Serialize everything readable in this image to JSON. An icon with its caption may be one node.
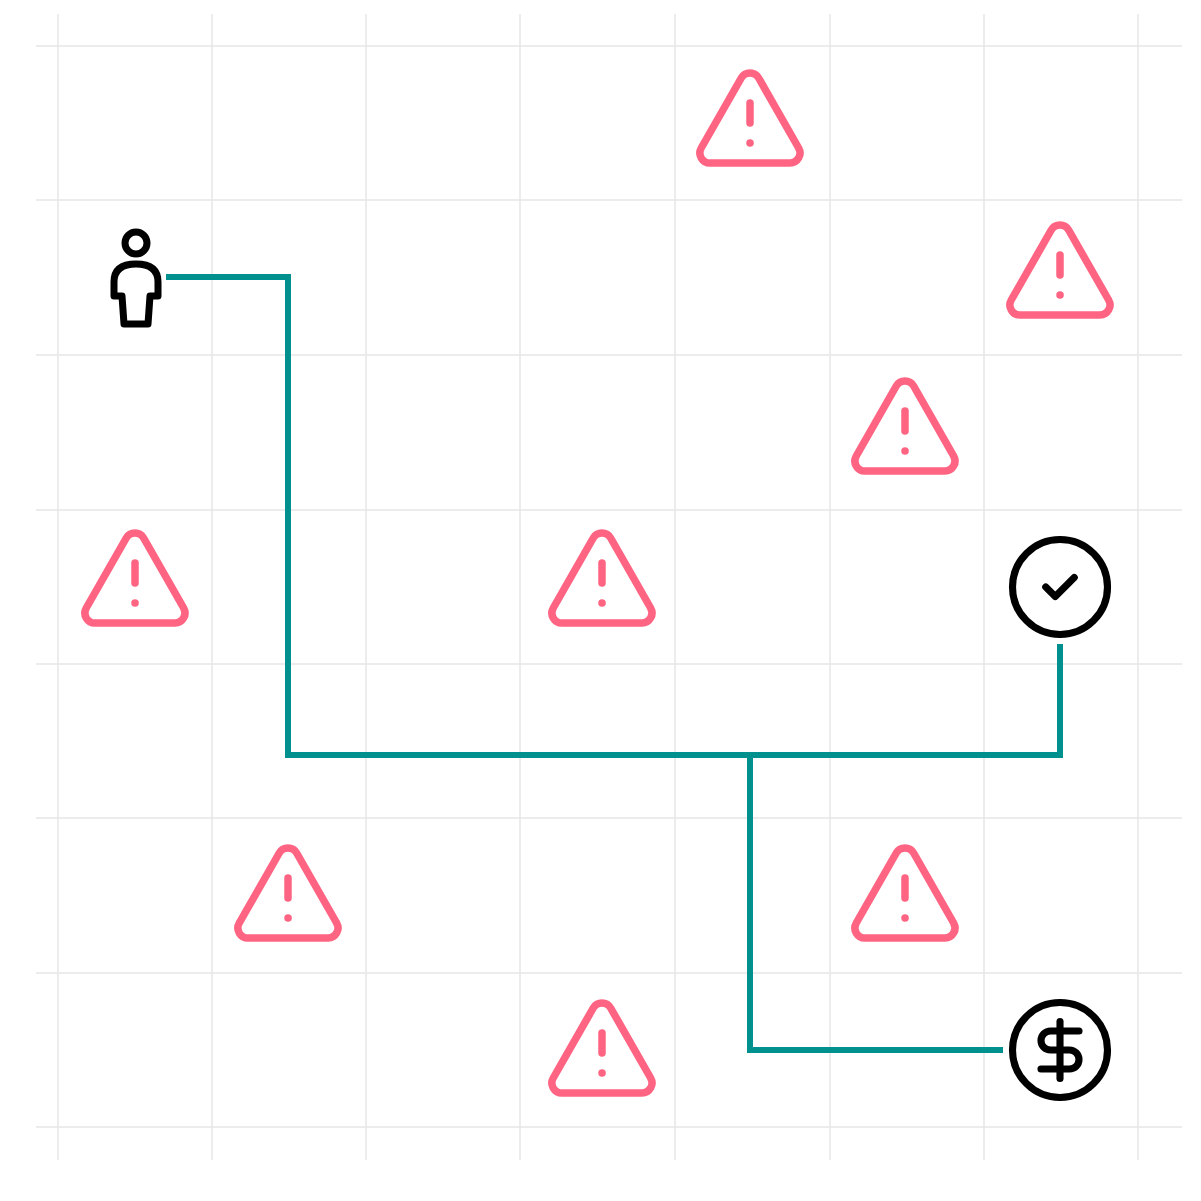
{
  "diagram": {
    "nodes": [
      {
        "text": [],
        "shape": "person"
      },
      {
        "text": [],
        "shape": "circle"
      },
      {
        "text": [],
        "shape": "circle"
      }
    ],
    "edges": [
      {
        "from": 0,
        "to": 1,
        "arrow": "none"
      },
      {
        "from": 0,
        "to": 2,
        "arrow": "none"
      }
    ]
  }
}
